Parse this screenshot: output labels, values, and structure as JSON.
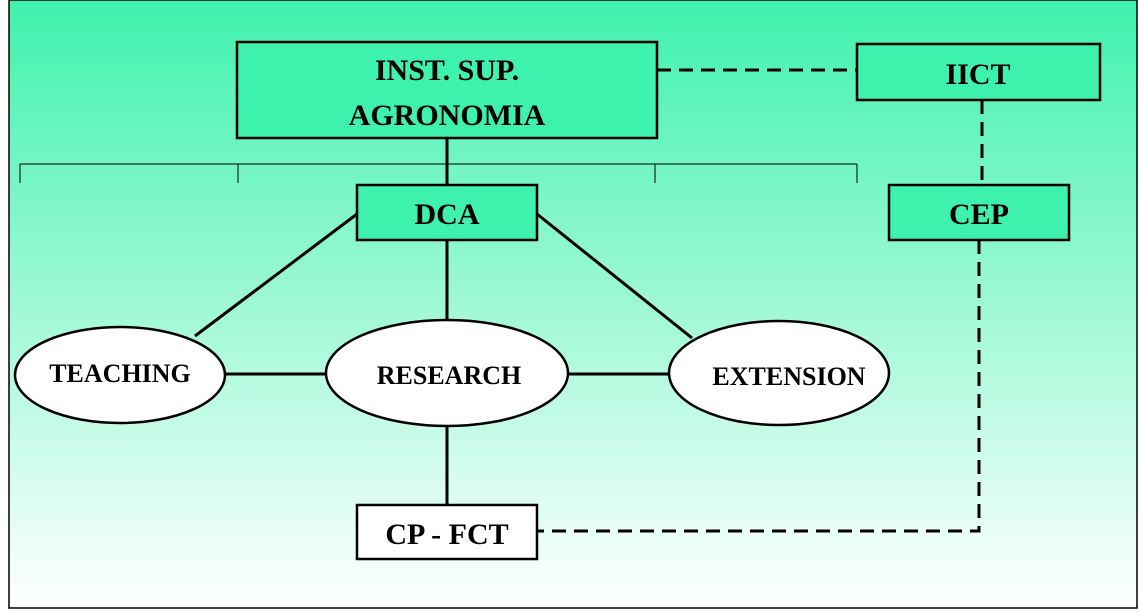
{
  "colors": {
    "background_top": "#3ef2ad",
    "background_bottom": "#ffffff",
    "box_fill": "#3ef2ad",
    "box_fill_light": "#ffffff",
    "ellipse_fill": "#ffffff",
    "line": "#000000"
  },
  "nodes": {
    "inst_sup_agronomia": {
      "line1": "INST. SUP.",
      "line2": "AGRONOMIA"
    },
    "iict": "IICT",
    "dca": "DCA",
    "cep": "CEP",
    "teaching": "TEACHING",
    "research": "RESEARCH",
    "extension": "EXTENSION",
    "cp_fct": "CP - FCT"
  }
}
